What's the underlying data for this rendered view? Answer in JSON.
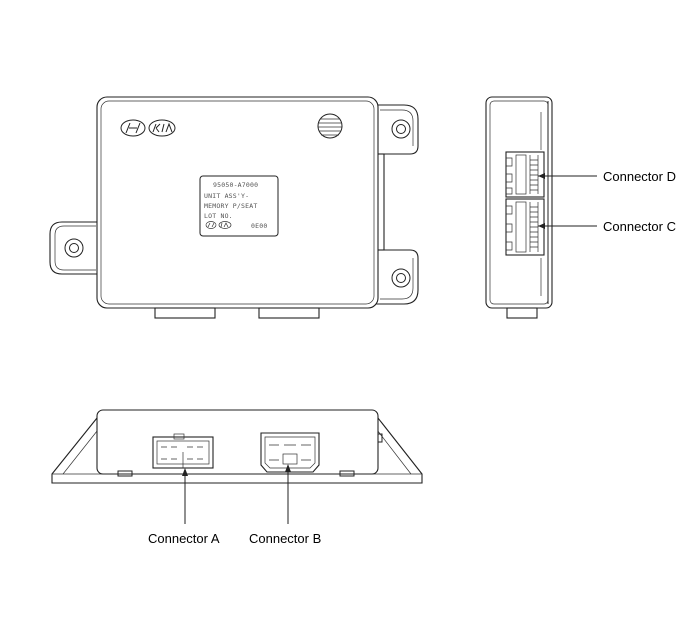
{
  "labels": {
    "connector_a": "Connector A",
    "connector_b": "Connector B",
    "connector_c": "Connector C",
    "connector_d": "Connector D"
  },
  "unit_label": {
    "part_no": "95050-A7000",
    "line2": "UNIT ASS'Y-",
    "line3": "MEMORY P/SEAT",
    "line4": "LOT NO.",
    "code": "0E00"
  },
  "colors": {
    "line": "#222222",
    "background": "#ffffff",
    "text": "#000000"
  },
  "icons": [
    "hyundai-logo-icon",
    "kia-logo-icon",
    "speaker-grille-icon",
    "mounting-hole-icon"
  ]
}
